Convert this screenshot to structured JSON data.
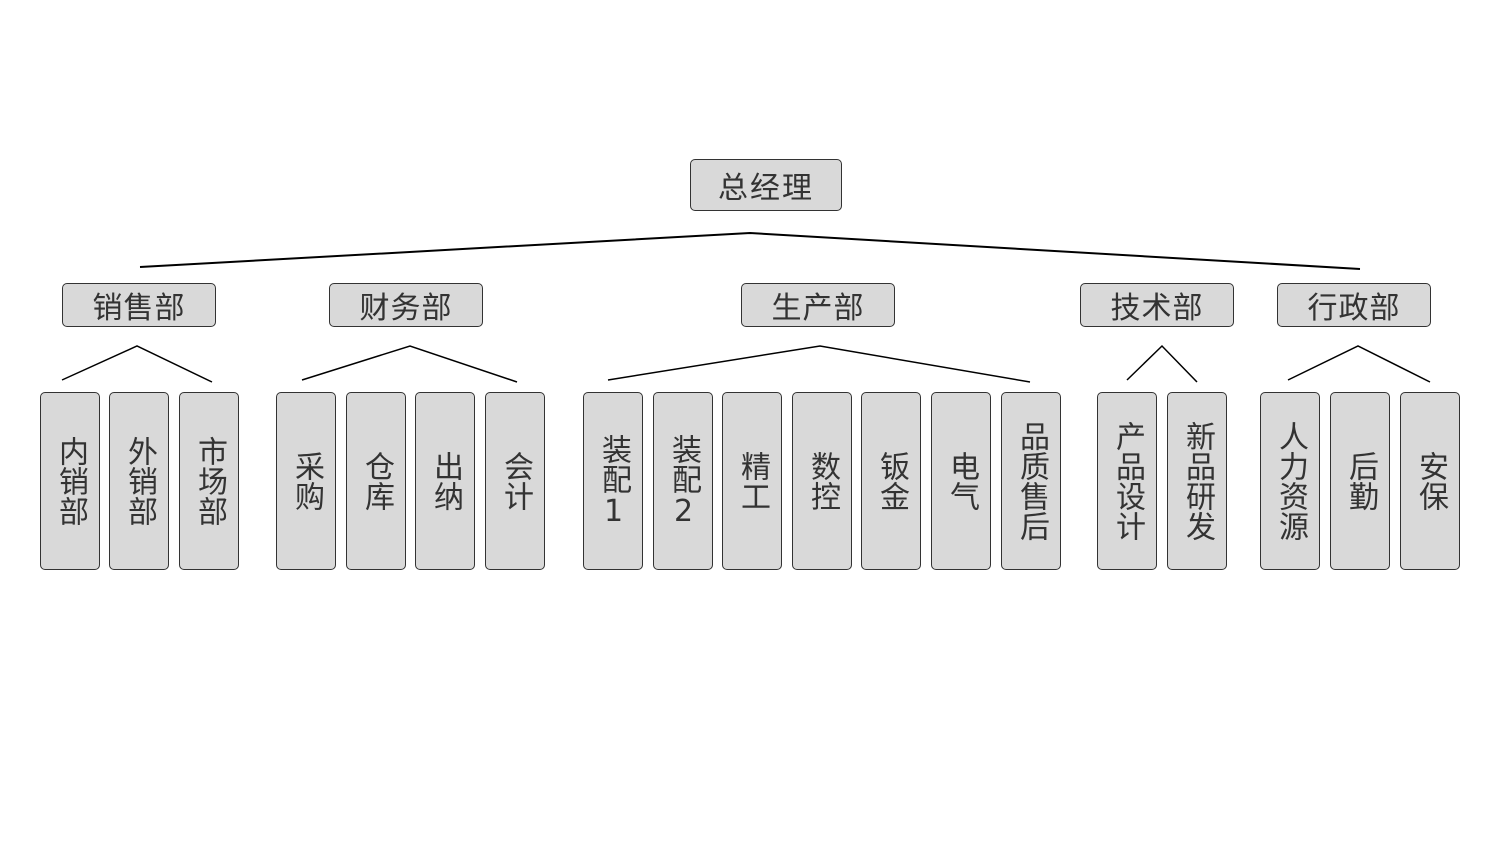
{
  "ceo": "总经理",
  "departments": [
    {
      "name": "销售部",
      "units": [
        "内销部",
        "外销部",
        "市场部"
      ]
    },
    {
      "name": "财务部",
      "units": [
        "采购",
        "仓库",
        "出纳",
        "会计"
      ]
    },
    {
      "name": "生产部",
      "units": [
        "装配1",
        "装配2",
        "精工",
        "数控",
        "钣金",
        "电气",
        "品质售后"
      ]
    },
    {
      "name": "技术部",
      "units": [
        "产品设计",
        "新品研发"
      ]
    },
    {
      "name": "行政部",
      "units": [
        "人力资源",
        "后勤",
        "安保"
      ]
    }
  ],
  "colors": {
    "box_fill": "#d9d9d9",
    "border": "#333333",
    "line": "#000000",
    "text": "#333333"
  }
}
